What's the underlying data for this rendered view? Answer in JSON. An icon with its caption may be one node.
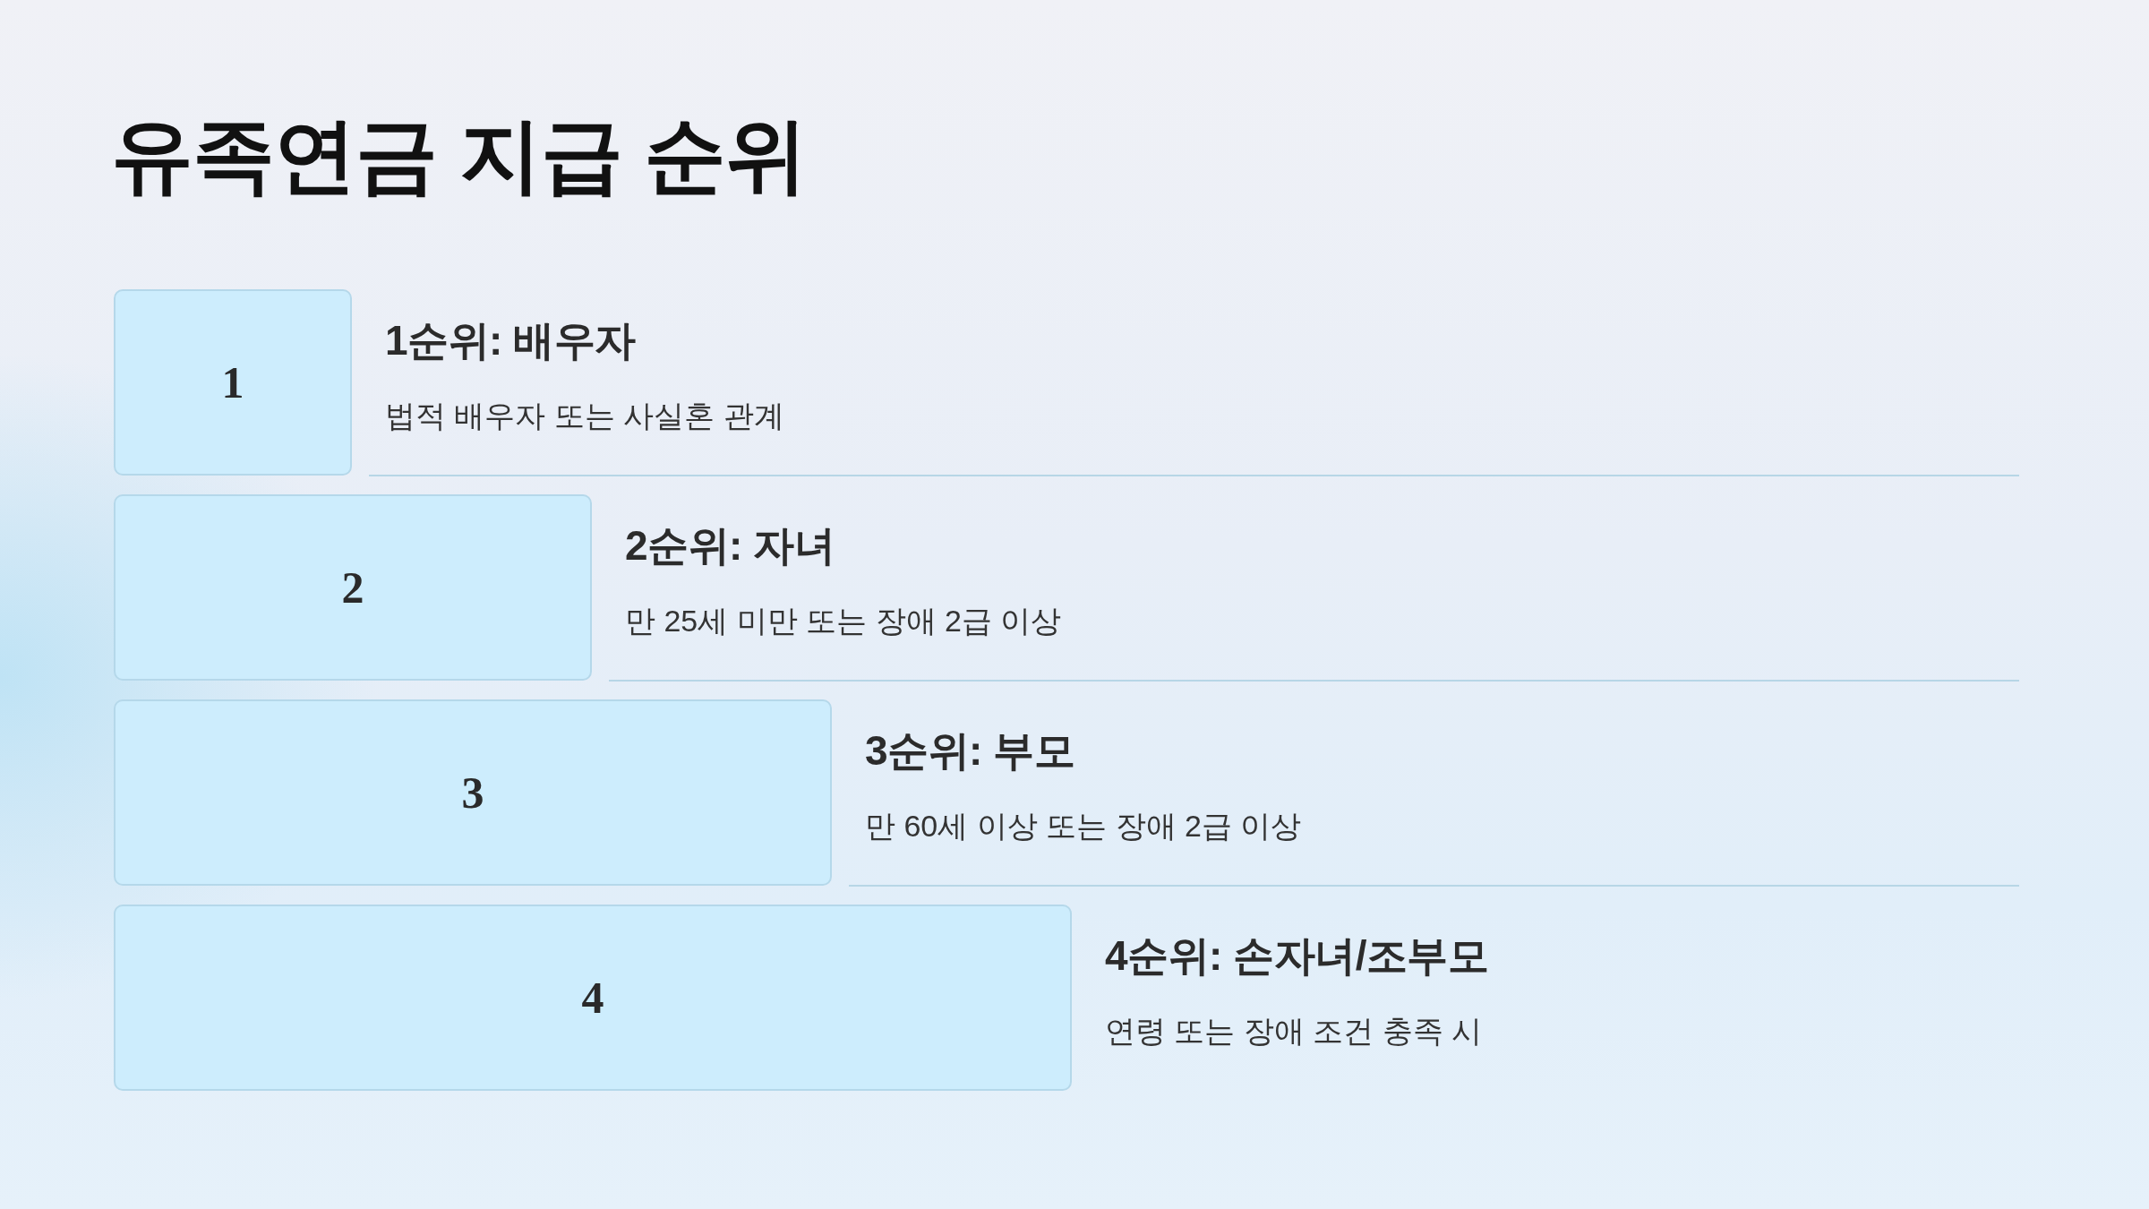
{
  "diagram": {
    "title": "유족연금 지급 순위",
    "nodes": [
      {
        "text": [
          "1"
        ],
        "beside": [
          "1순위: 배우자",
          "법적 배우자 또는 사실혼 관계"
        ]
      },
      {
        "text": [
          "2"
        ],
        "beside": [
          "2순위: 자녀",
          "만 25세 미만 또는 장애 2급 이상"
        ]
      },
      {
        "text": [
          "3"
        ],
        "beside": [
          "3순위: 부모",
          "만 60세 이상 또는 장애 2급 이상"
        ]
      },
      {
        "text": [
          "4"
        ],
        "beside": [
          "4순위: 손자녀/조부모",
          "연령 또는 장애 조건 충족 시"
        ]
      }
    ]
  }
}
